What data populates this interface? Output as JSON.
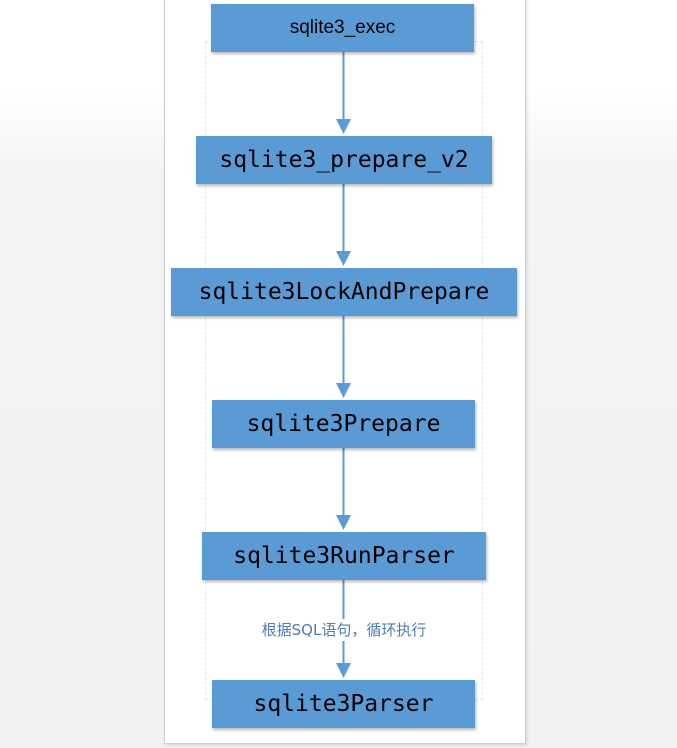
{
  "nodes": [
    {
      "id": "n1",
      "label": "sqlite3_exec"
    },
    {
      "id": "n2",
      "label": "sqlite3_prepare_v2"
    },
    {
      "id": "n3",
      "label": "sqlite3LockAndPrepare"
    },
    {
      "id": "n4",
      "label": "sqlite3Prepare"
    },
    {
      "id": "n5",
      "label": "sqlite3RunParser"
    },
    {
      "id": "n6",
      "label": "sqlite3Parser"
    }
  ],
  "edges": [
    {
      "from": "n1",
      "to": "n2",
      "label": ""
    },
    {
      "from": "n2",
      "to": "n3",
      "label": ""
    },
    {
      "from": "n3",
      "to": "n4",
      "label": ""
    },
    {
      "from": "n4",
      "to": "n5",
      "label": ""
    },
    {
      "from": "n5",
      "to": "n6",
      "label": "根据SQL语句，循环执行"
    }
  ],
  "colors": {
    "node_fill": "#5b9bd5",
    "edge": "#5b9bd5",
    "label_text": "#4a7eb8"
  }
}
